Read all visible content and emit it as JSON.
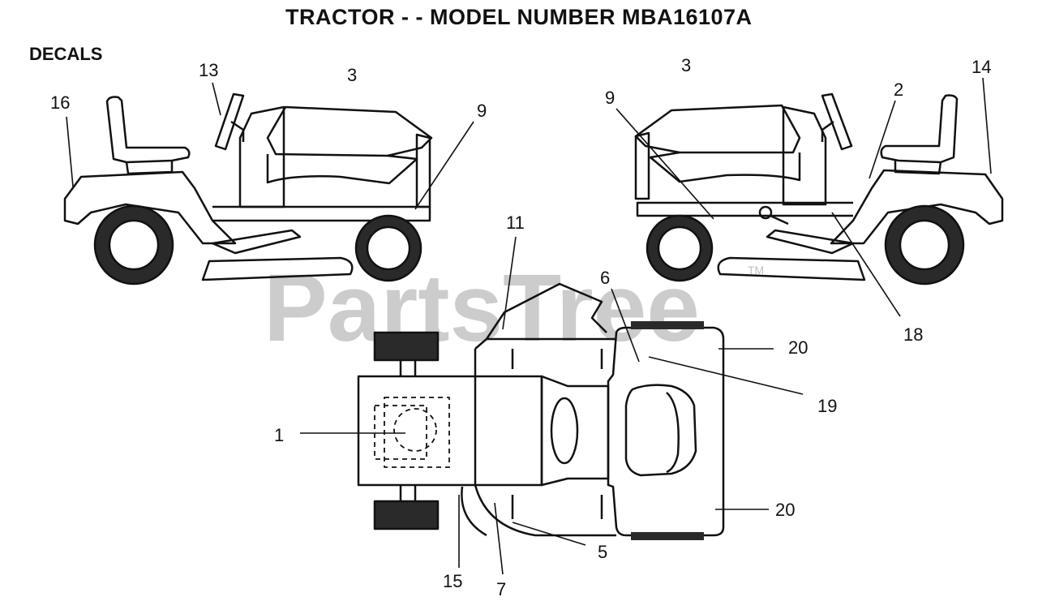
{
  "title": "TRACTOR - - MODEL NUMBER MBA16107A",
  "section_label": "DECALS",
  "watermark": {
    "text": "PartsTree",
    "trademark": "TM"
  },
  "callouts": {
    "c16": "16",
    "c13": "13",
    "c3_left": "3",
    "c9_left": "9",
    "c3_right": "3",
    "c9_right": "9",
    "c2": "2",
    "c14": "14",
    "c11": "11",
    "c6": "6",
    "c18": "18",
    "c20_top": "20",
    "c19": "19",
    "c1": "1",
    "c20_bottom": "20",
    "c5": "5",
    "c15": "15",
    "c7": "7"
  }
}
